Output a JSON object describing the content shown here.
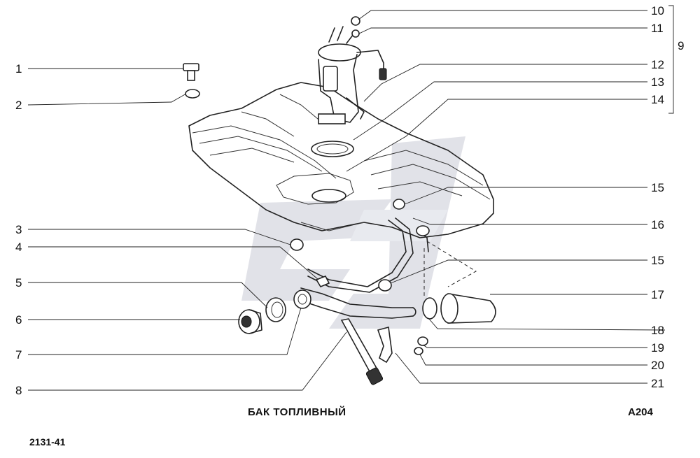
{
  "title": "БАК ТОПЛИВНЫЙ",
  "diagram_code": "А204",
  "model_code": "2131-41",
  "callouts_left": [
    "1",
    "2",
    "3",
    "4",
    "5",
    "6",
    "7",
    "8"
  ],
  "callouts_right": [
    "10",
    "11",
    "9",
    "12",
    "13",
    "14",
    "15",
    "16",
    "15",
    "17",
    "18",
    "19",
    "20",
    "21"
  ],
  "colors": {
    "line": "#222222",
    "watermark": "#c9cbd6",
    "background": "#ffffff"
  }
}
